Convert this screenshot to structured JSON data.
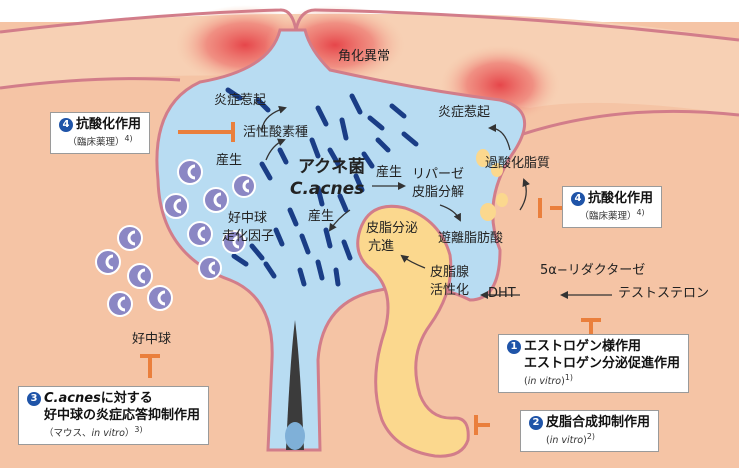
{
  "colors": {
    "skin": "#f5c4a5",
    "skin_border": "#d27d8a",
    "lumen": "#b8dcf2",
    "gland": "#fbd88e",
    "bacteria": "#1a3d86",
    "neutrophil": "#8b87c4",
    "inhibit": "#ea7f3c",
    "badge": "#1f54a8",
    "inflammation": "#e6464a"
  },
  "labels": {
    "dyskeratosis": "角化異常",
    "inflammation_left": "炎症惹起",
    "inflammation_right": "炎症惹起",
    "ros": "活性酸素種",
    "produce1": "産生",
    "cacnes_jp": "アクネ菌",
    "cacnes_en": "C.acnes",
    "produce2": "産生",
    "lipase": "リパーゼ",
    "sebum_degradation": "皮脂分解",
    "lipid_peroxide": "過酸化脂質",
    "chemotactic_1": "好中球",
    "chemotactic_2": "走化因子",
    "produce3": "産生",
    "sebum_secretion_1": "皮脂分泌",
    "sebum_secretion_2": "亢進",
    "free_fatty_acid": "遊離脂肪酸",
    "reductase": "5α−リダクターゼ",
    "gland_activation_1": "皮脂腺",
    "gland_activation_2": "活性化",
    "dht": "DHT",
    "testosterone": "テストステロン",
    "neutrophil": "好中球"
  },
  "boxes": {
    "antioxidant_left": {
      "num": "4",
      "title": "抗酸化作用",
      "sub": "（臨床薬理）",
      "ref": "4)"
    },
    "antioxidant_right": {
      "num": "4",
      "title": "抗酸化作用",
      "sub": "（臨床薬理）",
      "ref": "4)"
    },
    "estrogen": {
      "num": "1",
      "title1": "エストロゲン様作用",
      "title2": "エストロゲン分泌促進作用",
      "sub": "in vitro",
      "ref": "1)"
    },
    "lipogenesis": {
      "num": "2",
      "title": "皮脂合成抑制作用",
      "sub": "in vitro",
      "ref": "2)"
    },
    "neutrophil_box": {
      "num": "3",
      "title1a": "C.acnes",
      "title1b": "に対する",
      "title2": "好中球の炎症応答抑制作用",
      "sub_a": "（マウス、",
      "sub_b": "in vitro",
      "sub_c": "）",
      "ref": "3)"
    }
  }
}
